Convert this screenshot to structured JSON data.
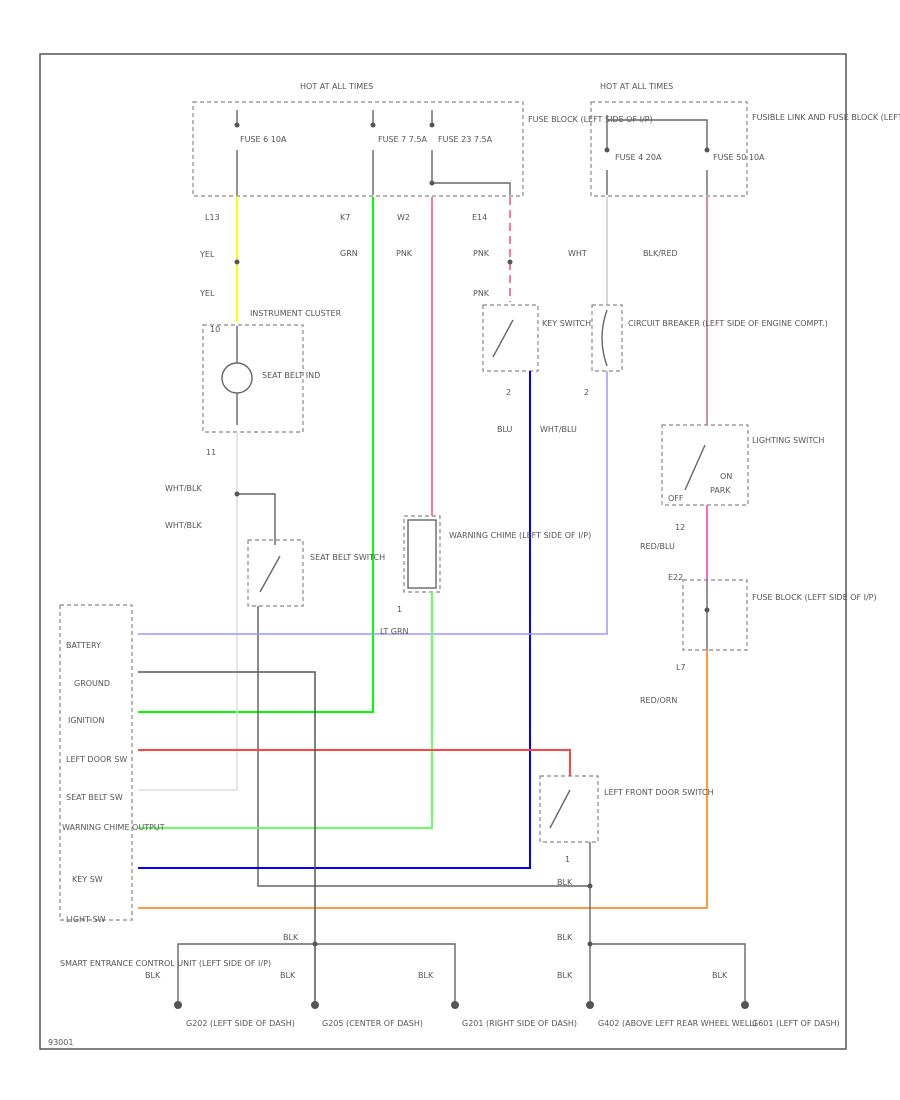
{
  "fuse_boxes": {
    "hot_all_times": "HOT AT ALL TIMES",
    "hot_at_all_times_right": "HOT AT ALL TIMES",
    "fuse_block": "FUSE BLOCK (LEFT SIDE OF I/P)",
    "fusible_link": "FUSIBLE LINK AND FUSE BLOCK (LEFT FRONT OF ENGINE COMPT.)",
    "fuse_a": "FUSE 6 10A",
    "fuse_b": "FUSE 7 7.5A",
    "fuse_c": "FUSE 23 7.5A",
    "fuse_d": "FUSE 4 20A",
    "fuse_e": "FUSE 50 10A"
  },
  "connectors": {
    "c1": "L13",
    "c2": "K7",
    "c3": "W2",
    "c4": "E14",
    "c5": "10",
    "c6": "11",
    "c7": "2",
    "c8": "2",
    "c9": "1",
    "c10": "12",
    "c11": "E22",
    "c12": "L7",
    "c13": "1"
  },
  "wires": {
    "yel1": "YEL",
    "yel2": "YEL",
    "grn": "GRN",
    "pnk1": "PNK",
    "pnk2": "PNK",
    "pnk3": "PNK",
    "wht": "WHT",
    "blkred": "BLK/RED",
    "blu": "BLU",
    "whtblu": "WHT/BLU",
    "whtblk1": "WHT/BLK",
    "whtblk2": "WHT/BLK",
    "redblu": "RED/BLU",
    "redorn": "RED/ORN",
    "ltgrn": "LT GRN",
    "blk_a": "BLK",
    "blk_b": "BLK",
    "blk_c": "BLK",
    "blk_d": "BLK",
    "blk_e": "BLK",
    "blk_f": "BLK",
    "blk_g": "BLK",
    "blk_h": "BLK"
  },
  "components": {
    "instrument_cluster": "INSTRUMENT CLUSTER",
    "seat_belt_ind": "SEAT BELT IND",
    "seat_belt_switch": "SEAT BELT SWITCH",
    "key_switch": "KEY SWITCH",
    "circuit_breaker": "CIRCUIT BREAKER (LEFT SIDE OF ENGINE COMPT.)",
    "lighting_switch": "LIGHTING SWITCH",
    "off": "OFF",
    "on": "ON",
    "park": "PARK",
    "warning_chime": "WARNING CHIME (LEFT SIDE OF I/P)",
    "fuse_block_left": "FUSE BLOCK (LEFT SIDE OF I/P)",
    "left_front_door": "LEFT FRONT DOOR SWITCH",
    "smart_unit": "SMART ENTRANCE CONTROL UNIT (LEFT SIDE OF I/P)"
  },
  "unit_pins": {
    "battery": "BATTERY",
    "ground": "GROUND",
    "ignition": "IGNITION",
    "left_door": "LEFT DOOR SW",
    "seat_belt": "SEAT BELT SW",
    "chime_out": "WARNING CHIME OUTPUT",
    "key_sw": "KEY SW",
    "light_sw": "LIGHT SW"
  },
  "grounds": {
    "g1": "G202 (LEFT SIDE OF DASH)",
    "g2": "G205 (CENTER OF DASH)",
    "g3": "G201 (RIGHT SIDE OF DASH)",
    "g4": "G402 (ABOVE LEFT REAR WHEEL WELL)",
    "g5": "G601 (LEFT OF DASH)"
  },
  "code": "93001"
}
